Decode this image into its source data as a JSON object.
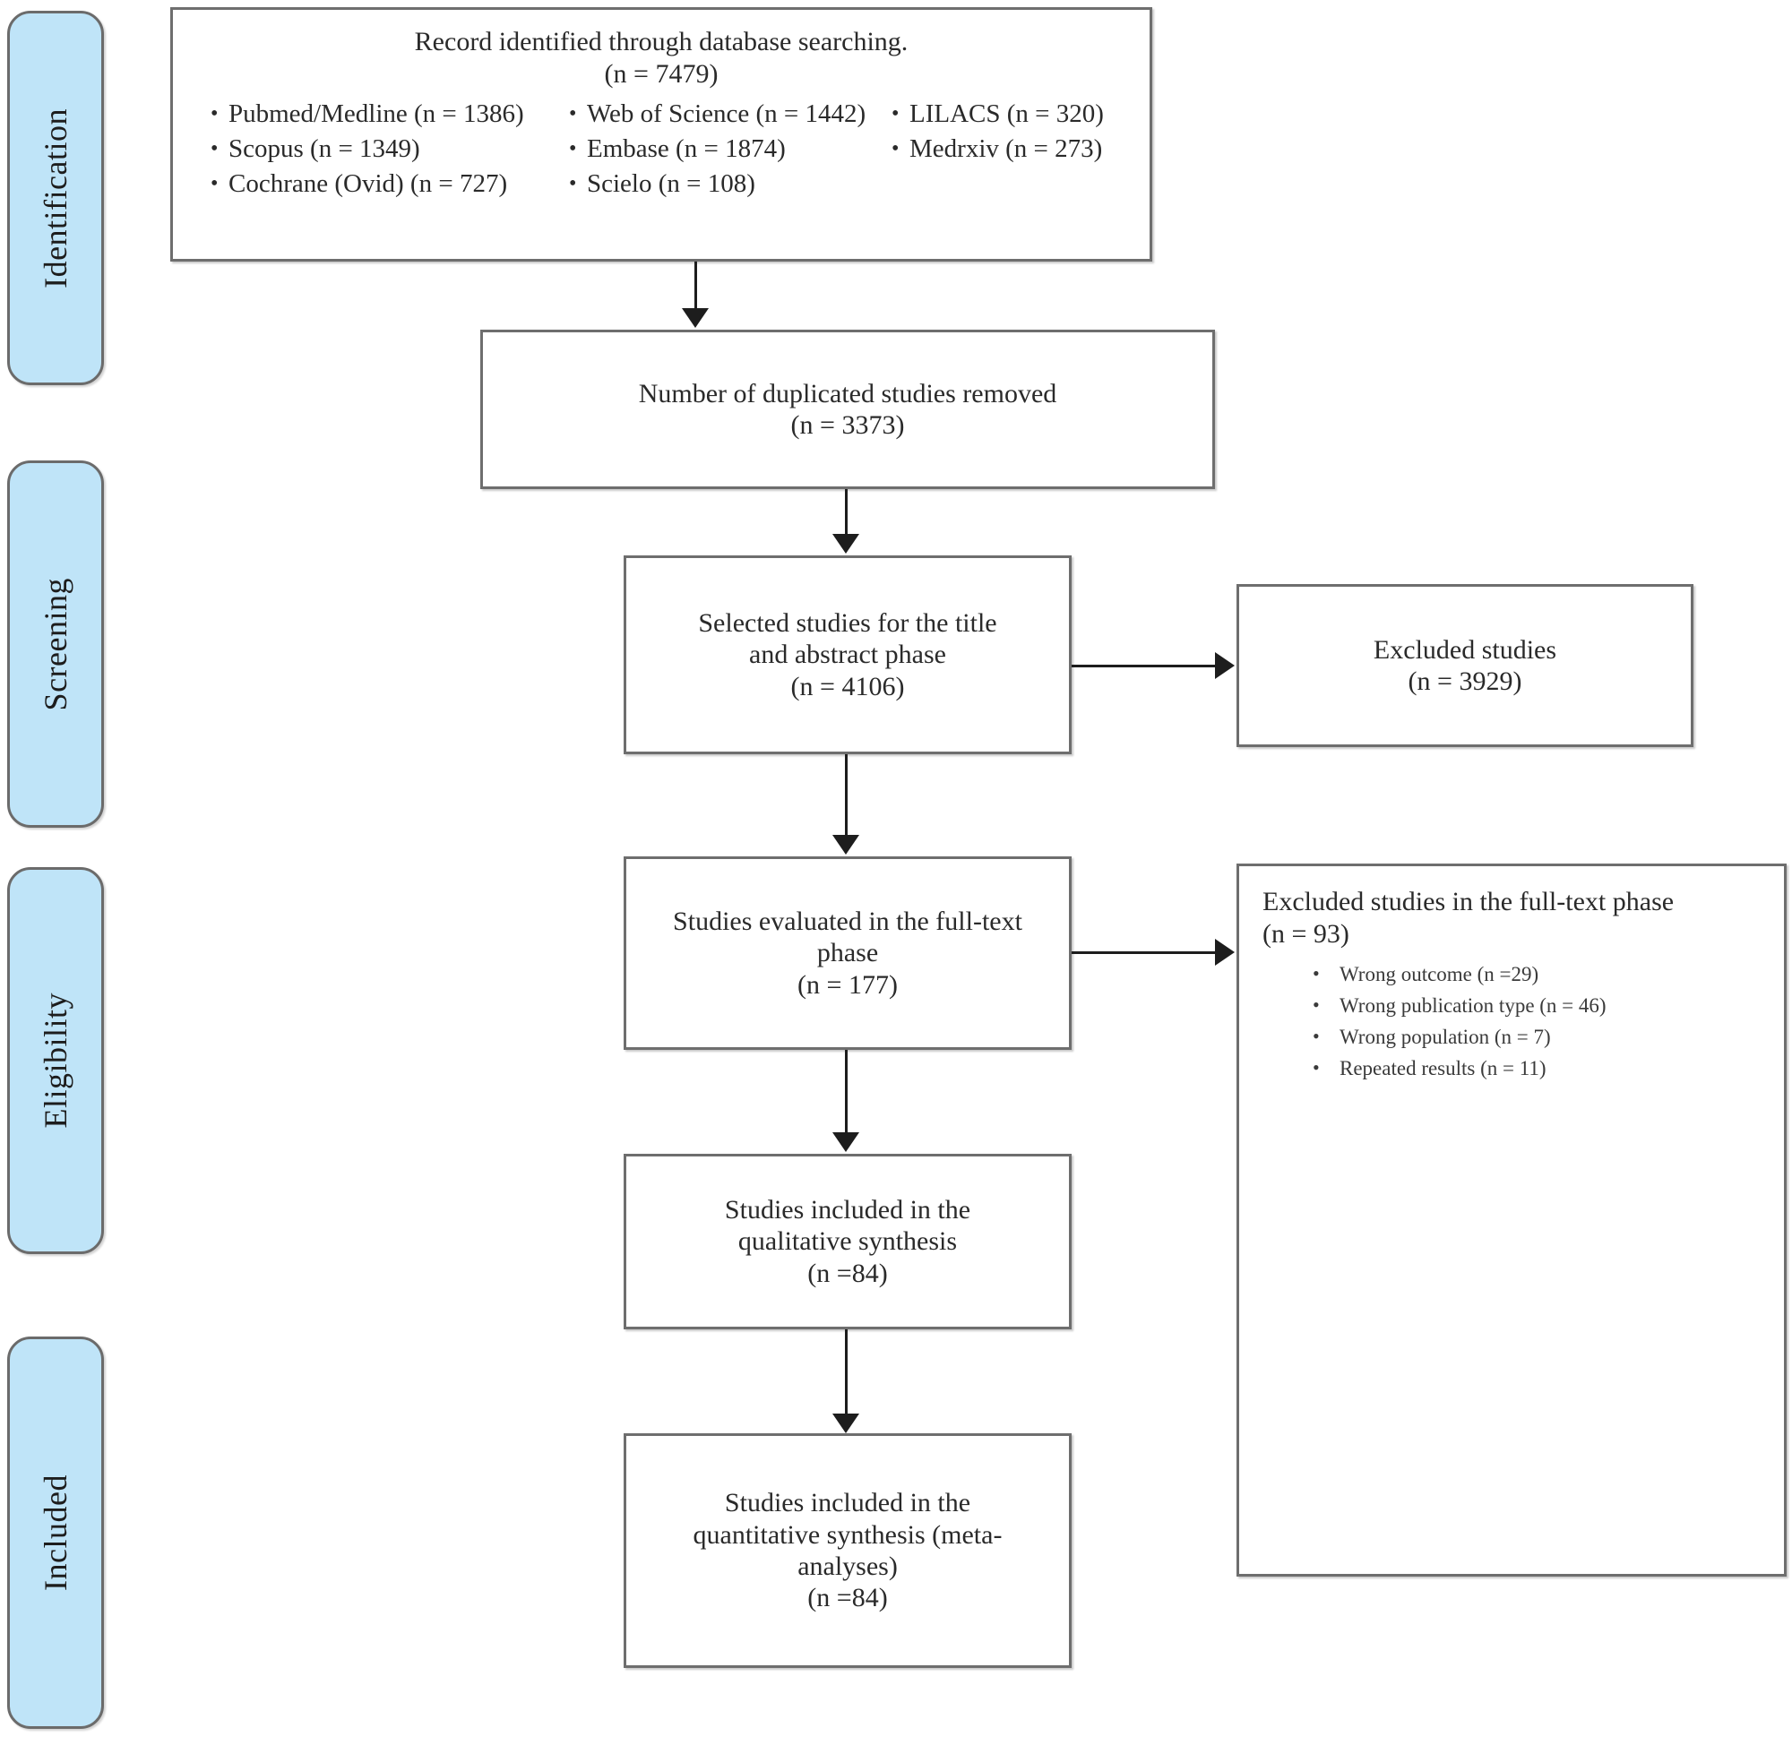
{
  "diagram": {
    "type": "prisma-flow-diagram",
    "stages": [
      {
        "id": "identification",
        "label": "Identification"
      },
      {
        "id": "screening",
        "label": "Screening"
      },
      {
        "id": "eligibility",
        "label": "Eligibility"
      },
      {
        "id": "included",
        "label": "Included"
      }
    ],
    "boxes": {
      "identified": {
        "title": "Record identified through database searching.",
        "count": "(n = 7479)",
        "databases": [
          {
            "label": "Pubmed/Medline (n = 1386)"
          },
          {
            "label": "Web of Science (n = 1442)"
          },
          {
            "label": "LILACS (n = 320)"
          },
          {
            "label": "Scopus (n = 1349)"
          },
          {
            "label": "Embase (n = 1874)"
          },
          {
            "label": "Medrxiv (n = 273)"
          },
          {
            "label": "Cochrane (Ovid) (n = 727)"
          },
          {
            "label": "Scielo (n = 108)"
          },
          {
            "label": ""
          }
        ]
      },
      "duplicates": {
        "title": "Number of duplicated studies removed",
        "count": "(n = 3373)"
      },
      "title_abstract": {
        "title_line1": "Selected studies for the title",
        "title_line2": "and abstract phase",
        "count": "(n = 4106)"
      },
      "excluded_screening": {
        "title": "Excluded studies",
        "count": "(n = 3929)"
      },
      "fulltext": {
        "title_line1": "Studies evaluated in the full-text",
        "title_line2": "phase",
        "count": "(n = 177)"
      },
      "excluded_fulltext": {
        "title": "Excluded studies in the full-text phase",
        "count": "(n = 93)",
        "reasons": [
          {
            "label": "Wrong outcome (n =29)"
          },
          {
            "label": "Wrong publication type (n = 46)"
          },
          {
            "label": "Wrong population (n = 7)"
          },
          {
            "label": "Repeated results (n = 11)"
          }
        ]
      },
      "qualitative": {
        "title_line1": "Studies included in the",
        "title_line2": "qualitative synthesis",
        "count": "(n =84)"
      },
      "quantitative": {
        "title_line1": "Studies included in the",
        "title_line2": "quantitative synthesis (meta-",
        "title_line3": "analyses)",
        "count": "(n =84)"
      }
    },
    "colors": {
      "stage_fill": "#bfe4f8",
      "stage_border": "#6b6b6b",
      "box_border": "#6e6e6e",
      "connector": "#1d1d1d",
      "text": "#2a2a2a"
    }
  }
}
